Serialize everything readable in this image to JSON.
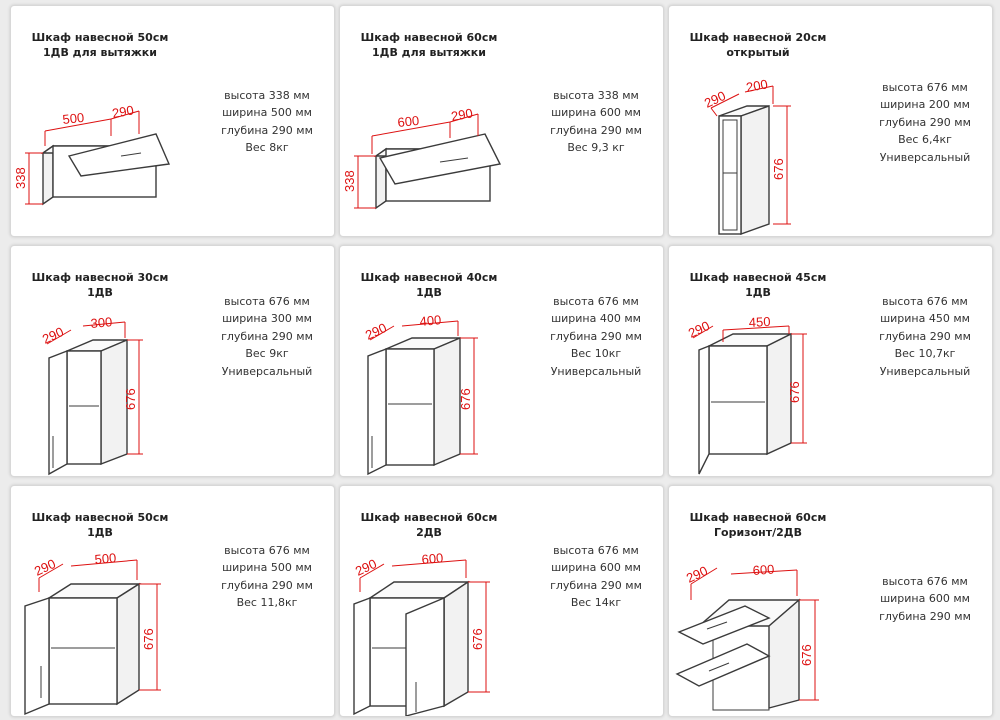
{
  "cards": [
    {
      "title1": "Шкаф навесной 50см",
      "title2": "1ДВ для вытяжки",
      "specs": [
        "высота 338 мм",
        "ширина 500 мм",
        "глубина 290 мм",
        "Вес 8кг"
      ],
      "dims": {
        "w": "500",
        "d": "290",
        "h": "338"
      }
    },
    {
      "title1": "Шкаф навесной 60см",
      "title2": "1ДВ для вытяжки",
      "specs": [
        "высота 338 мм",
        "ширина 600 мм",
        "глубина 290 мм",
        "Вес 9,3 кг"
      ],
      "dims": {
        "w": "600",
        "d": "290",
        "h": "338"
      }
    },
    {
      "title1": "Шкаф навесной 20см",
      "title2": "открытый",
      "specs": [
        "высота 676 мм",
        "ширина 200 мм",
        "глубина 290 мм",
        "Вес 6,4кг",
        "Универсальный"
      ],
      "dims": {
        "w": "200",
        "d": "290",
        "h": "676"
      }
    },
    {
      "title1": "Шкаф навесной 30см",
      "title2": "1ДВ",
      "specs": [
        "высота 676 мм",
        "ширина 300 мм",
        "глубина 290 мм",
        "Вес 9кг",
        "Универсальный"
      ],
      "dims": {
        "w": "300",
        "d": "290",
        "h": "676"
      }
    },
    {
      "title1": "Шкаф навесной 40см",
      "title2": "1ДВ",
      "specs": [
        "высота 676 мм",
        "ширина 400 мм",
        "глубина 290 мм",
        "Вес 10кг",
        "Универсальный"
      ],
      "dims": {
        "w": "400",
        "d": "290",
        "h": "676"
      }
    },
    {
      "title1": "Шкаф навесной 45см",
      "title2": "1ДВ",
      "specs": [
        "высота 676 мм",
        "ширина 450 мм",
        "глубина 290 мм",
        "Вес 10,7кг",
        "Универсальный"
      ],
      "dims": {
        "w": "450",
        "d": "290",
        "h": "676"
      }
    },
    {
      "title1": "Шкаф навесной 50см",
      "title2": "1ДВ",
      "specs": [
        "высота 676 мм",
        "ширина 500 мм",
        "глубина 290 мм",
        "Вес 11,8кг"
      ],
      "dims": {
        "w": "500",
        "d": "290",
        "h": "676"
      }
    },
    {
      "title1": "Шкаф навесной 60см",
      "title2": "2ДВ",
      "specs": [
        "высота 676 мм",
        "ширина 600 мм",
        "глубина 290 мм",
        "Вес 14кг"
      ],
      "dims": {
        "w": "600",
        "d": "290",
        "h": "676"
      }
    },
    {
      "title1": "Шкаф навесной 60см",
      "title2": "Горизонт/2ДВ",
      "specs": [
        "высота 676 мм",
        "ширина 600 мм",
        "глубина 290 мм"
      ],
      "dims": {
        "w": "600",
        "d": "290",
        "h": "676"
      }
    }
  ]
}
